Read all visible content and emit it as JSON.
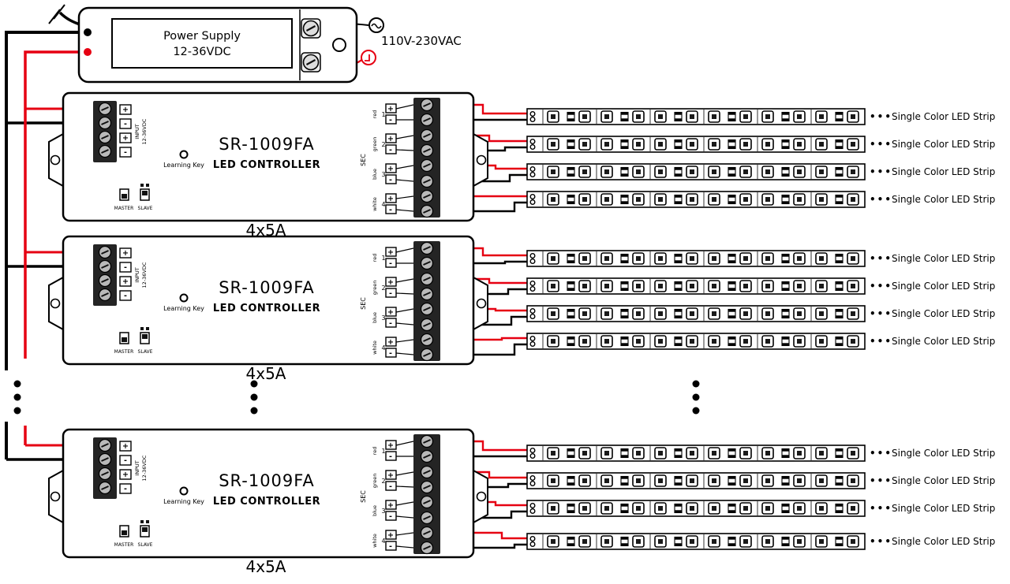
{
  "power_supply": {
    "title": "Power Supply",
    "voltage": "12-36VDC",
    "ac_label": "110V-230VAC"
  },
  "sym": {
    "plus": "+",
    "minus": "-"
  },
  "controllers": [
    {
      "model": "SR-1009FA",
      "subtitle": "LED CONTROLLER",
      "learning_key": "Learning Key",
      "input_label_1": "INPUT",
      "input_label_2": "12-36VDC",
      "master": "MASTER",
      "slave": "SLAVE",
      "sec": "SEC",
      "rating": "4x5A",
      "channels": [
        {
          "name": "red",
          "num": "1"
        },
        {
          "name": "green",
          "num": "2"
        },
        {
          "name": "blue",
          "num": "3"
        },
        {
          "name": "white",
          "num": "4"
        }
      ]
    },
    {
      "model": "SR-1009FA",
      "subtitle": "LED CONTROLLER",
      "learning_key": "Learning Key",
      "input_label_1": "INPUT",
      "input_label_2": "12-36VDC",
      "master": "MASTER",
      "slave": "SLAVE",
      "sec": "SEC",
      "rating": "4x5A",
      "channels": [
        {
          "name": "red",
          "num": "1"
        },
        {
          "name": "green",
          "num": "2"
        },
        {
          "name": "blue",
          "num": "3"
        },
        {
          "name": "white",
          "num": "4"
        }
      ]
    },
    {
      "model": "SR-1009FA",
      "subtitle": "LED CONTROLLER",
      "learning_key": "Learning Key",
      "input_label_1": "INPUT",
      "input_label_2": "12-36VDC",
      "master": "MASTER",
      "slave": "SLAVE",
      "sec": "SEC",
      "rating": "4x5A",
      "channels": [
        {
          "name": "red",
          "num": "1"
        },
        {
          "name": "green",
          "num": "2"
        },
        {
          "name": "blue",
          "num": "3"
        },
        {
          "name": "white",
          "num": "4"
        }
      ]
    }
  ],
  "led_strip": {
    "dots": "•••",
    "label": "Single Color LED Strip"
  },
  "colors": {
    "wire_red": "#e60012",
    "wire_black": "#000000"
  }
}
